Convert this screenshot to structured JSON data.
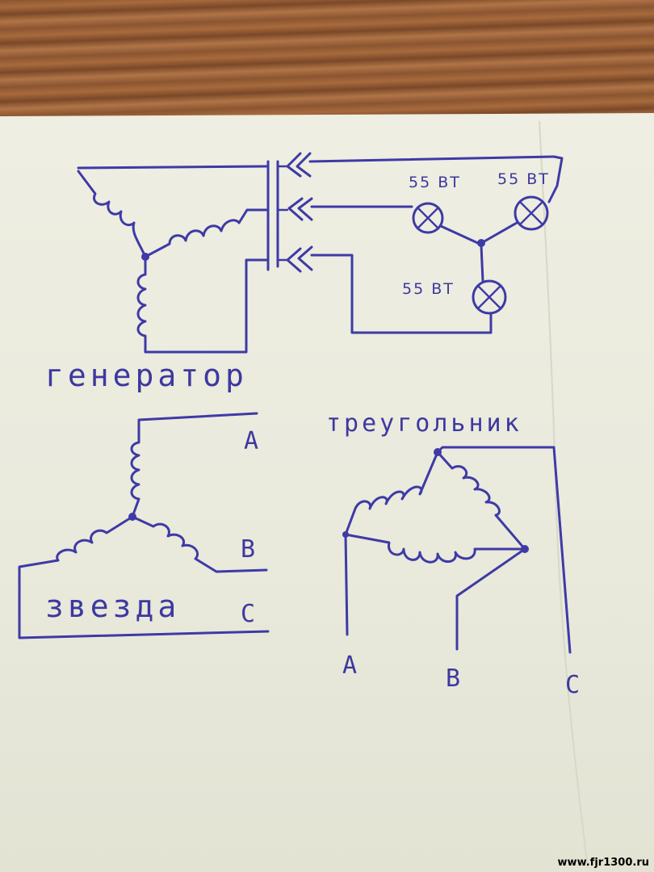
{
  "labels": {
    "generator": "генератор",
    "triangle": "треугольник",
    "star": "звезда",
    "lamp1": "55 ВТ",
    "lamp2": "55 ВТ",
    "lamp3": "55 ВТ",
    "star_a": "A",
    "star_b": "B",
    "star_c": "C",
    "tri_a": "A",
    "tri_b": "B",
    "tri_c": "C"
  },
  "watermark": "www.fjr1300.ru",
  "colors": {
    "ink": "#3e3aa6",
    "paper": "#ecece0",
    "wood": "#8a5530"
  }
}
